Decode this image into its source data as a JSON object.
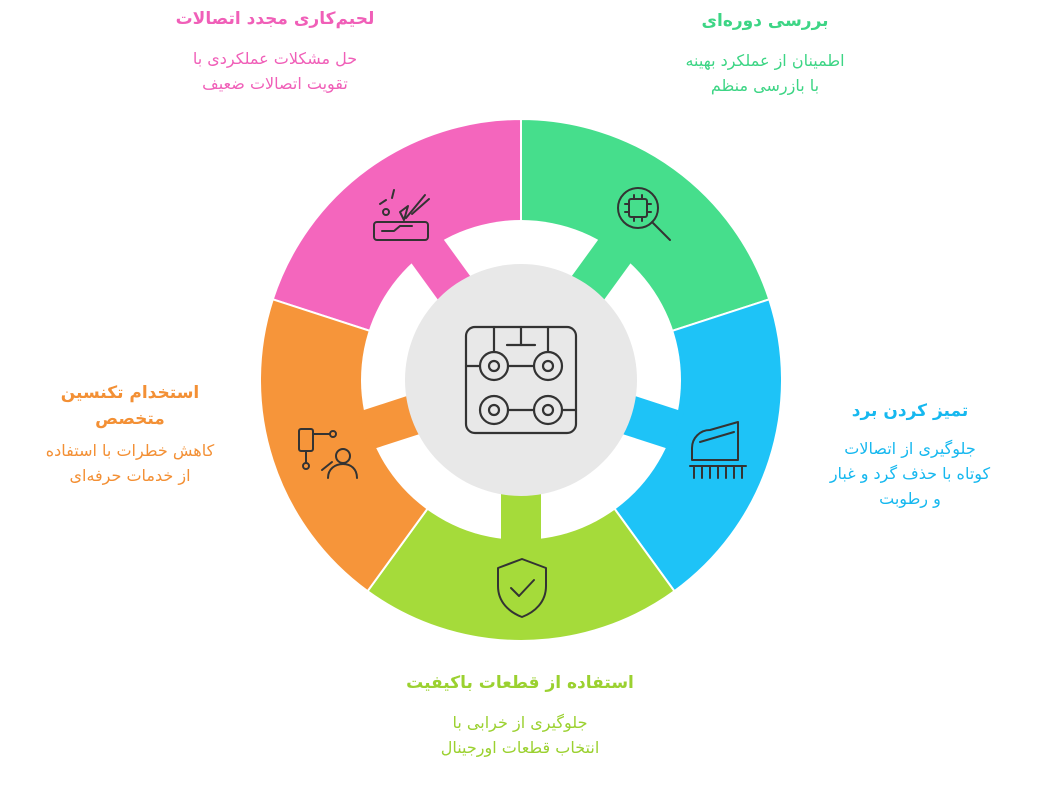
{
  "colors": {
    "soldering": "#f466bd",
    "inspection": "#46de8c",
    "cleaning": "#1ec3f7",
    "parts": "#a5db3a",
    "technician": "#f6953a",
    "center_fill": "#e8e8e8",
    "icon_stroke": "#333333"
  },
  "center_icon": "circuit-board-icon",
  "segments": [
    {
      "key": "soldering",
      "icon": "soldering-iron-icon",
      "title": "لحیم‌کاری مجدد اتصالات",
      "description": [
        "حل مشکلات عملکردی با",
        "تقویت اتصالات ضعیف"
      ]
    },
    {
      "key": "inspection",
      "icon": "chip-magnifier-icon",
      "title": "بررسی دوره‌ای",
      "description": [
        "اطمینان از عملکرد بهینه",
        "با بازرسی منظم"
      ]
    },
    {
      "key": "cleaning",
      "icon": "cleaning-brush-icon",
      "title": "تمیز کردن برد",
      "description": [
        "جلوگیری از اتصالات",
        "کوتاه با حذف گرد و غبار",
        "و رطوبت"
      ]
    },
    {
      "key": "parts",
      "icon": "shield-check-icon",
      "title": "استفاده از قطعات باکیفیت",
      "description": [
        "جلوگیری از خرابی با",
        "انتخاب قطعات اورجینال"
      ]
    },
    {
      "key": "technician",
      "icon": "technician-icon",
      "title": [
        "استخدام تکنسین",
        "متخصص"
      ],
      "description": [
        "کاهش خطرات با استفاده",
        "از خدمات حرفه‌ای"
      ]
    }
  ]
}
